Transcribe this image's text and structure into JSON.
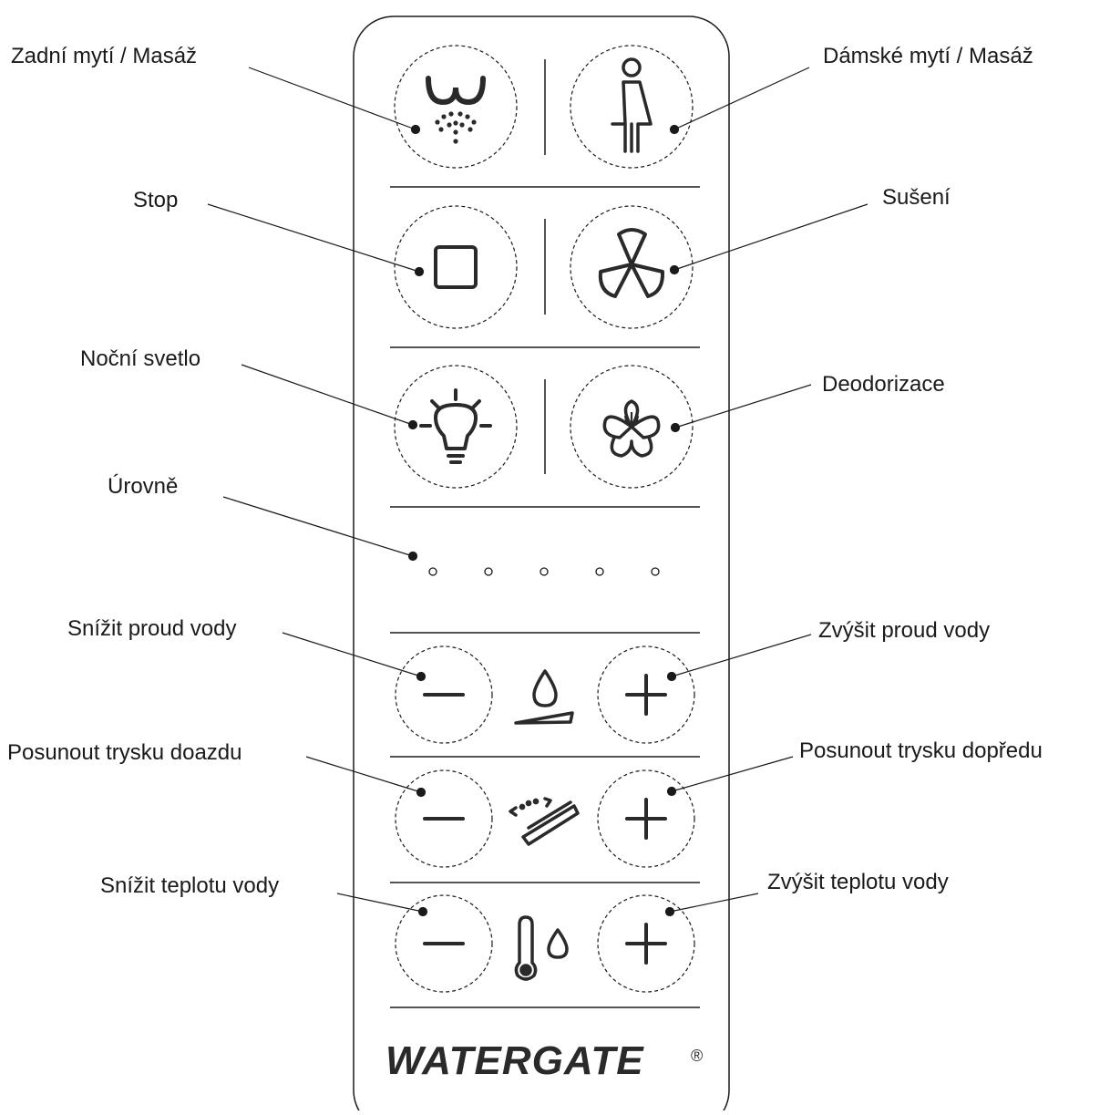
{
  "labels": {
    "rear_wash": "Zadní mytí / Masáž",
    "lady_wash": "Dámské mytí / Masáž",
    "stop": "Stop",
    "drying": "Sušení",
    "night_light": "Noční svetlo",
    "deodorization": "Deodorizace",
    "levels": "Úrovně",
    "water_pressure_down": "Snížit proud vody",
    "water_pressure_up": "Zvýšit proud vody",
    "nozzle_back": "Posunout trysku doazdu",
    "nozzle_forward": "Posunout trysku dopředu",
    "temp_down": "Snížit teplotu vody",
    "temp_up": "Zvýšit teplotu vody"
  },
  "brand": {
    "name": "WATERGATE",
    "mark": "®"
  },
  "level_indicators": 5,
  "icons": [
    "rear-wash-icon",
    "lady-wash-icon",
    "stop-icon",
    "fan-icon",
    "light-bulb-icon",
    "flower-icon",
    "minus-icon",
    "plus-icon",
    "water-drop-nozzle-icon",
    "nozzle-position-icon",
    "thermometer-drop-icon"
  ],
  "colors": {
    "ink": "#1a1a1a",
    "background": "#ffffff"
  }
}
